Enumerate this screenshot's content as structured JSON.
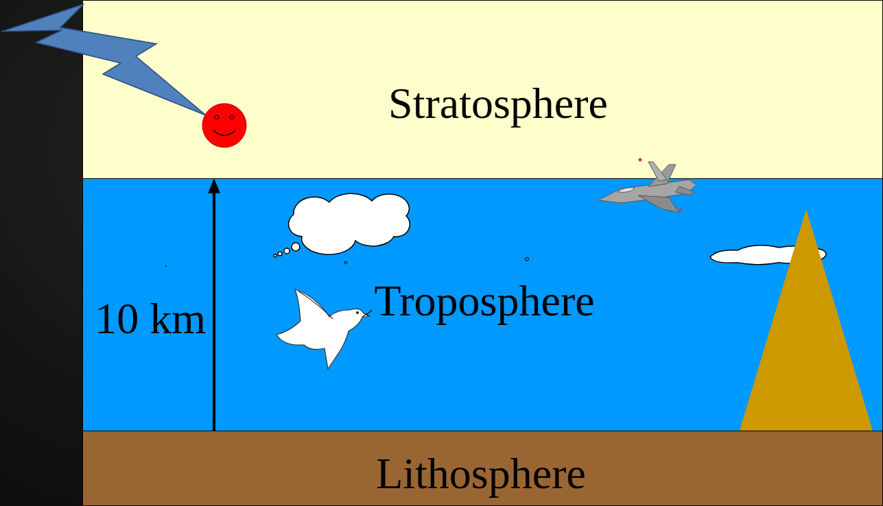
{
  "diagram": {
    "nodes": [
      {
        "text": [
          "Stratosphere"
        ]
      },
      {
        "text": [
          "Troposphere"
        ]
      },
      {
        "text": [
          "Lithosphere"
        ]
      }
    ],
    "labels": [
      "10 km"
    ]
  }
}
